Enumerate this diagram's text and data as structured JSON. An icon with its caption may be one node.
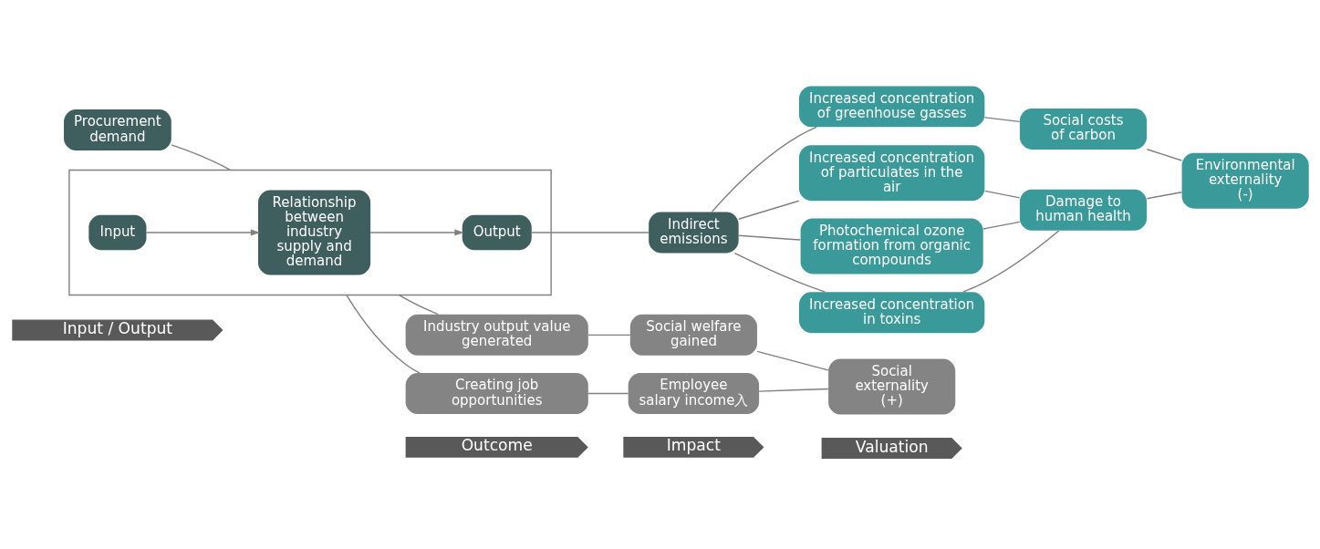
{
  "diagram": {
    "nodes": [
      {
        "text": [
          "Input / Output"
        ]
      },
      {
        "text": [
          "Outcome"
        ]
      },
      {
        "text": [
          "Impact"
        ]
      },
      {
        "text": [
          "Valuation"
        ]
      },
      {
        "text": [
          "Procurement demand"
        ]
      },
      {
        "text": [],
        "shape": "box"
      },
      {
        "text": [
          "Input"
        ],
        "in": 5
      },
      {
        "text": [
          "Relationship between industry supply and demand"
        ],
        "in": 5
      },
      {
        "text": [
          "Output"
        ],
        "in": 5
      },
      {
        "text": [
          "Industry output value generated"
        ]
      },
      {
        "text": [
          "Creating job opportunities"
        ]
      },
      {
        "text": [
          "Indirect emissions"
        ]
      },
      {
        "text": [
          "Increased concentration of greenhouse gasses"
        ]
      },
      {
        "text": [
          "Increased concentration of particulates in the air"
        ]
      },
      {
        "text": [
          "Photochemical ozone formation from organic compounds"
        ]
      },
      {
        "text": [
          "Increased concentration in toxins"
        ]
      },
      {
        "text": [
          "Social welfare gained"
        ]
      },
      {
        "text": [
          "Employee salary income入"
        ]
      },
      {
        "text": [
          "Social costs of carbon"
        ]
      },
      {
        "text": [
          "Damage to human health"
        ]
      },
      {
        "text": [
          "Social externality (+)"
        ]
      },
      {
        "text": [
          "Environmental externality (-)"
        ]
      }
    ],
    "edges": [
      {
        "from": 4,
        "to": 5,
        "arrow": "none"
      },
      {
        "from": 6,
        "to": 7,
        "arrow": "to"
      },
      {
        "from": 7,
        "to": 8,
        "arrow": "to"
      },
      {
        "from": 5,
        "to": 9,
        "arrow": "none"
      },
      {
        "from": 5,
        "to": 10,
        "arrow": "none"
      },
      {
        "from": 8,
        "to": 11,
        "arrow": "none"
      },
      {
        "from": 11,
        "to": 12,
        "arrow": "none"
      },
      {
        "from": 11,
        "to": 13,
        "arrow": "none"
      },
      {
        "from": 11,
        "to": 14,
        "arrow": "none"
      },
      {
        "from": 11,
        "to": 15,
        "arrow": "none"
      },
      {
        "from": 9,
        "to": 16,
        "arrow": "none"
      },
      {
        "from": 10,
        "to": 17,
        "arrow": "none"
      },
      {
        "from": 12,
        "to": 18,
        "arrow": "none"
      },
      {
        "from": 13,
        "to": 19,
        "arrow": "none"
      },
      {
        "from": 14,
        "to": 19,
        "arrow": "none"
      },
      {
        "from": 15,
        "to": 19,
        "arrow": "none"
      },
      {
        "from": 16,
        "to": 20,
        "arrow": "none"
      },
      {
        "from": 17,
        "to": 20,
        "arrow": "none"
      },
      {
        "from": 18,
        "to": 21,
        "arrow": "none"
      },
      {
        "from": 19,
        "to": 21,
        "arrow": "none"
      }
    ]
  }
}
